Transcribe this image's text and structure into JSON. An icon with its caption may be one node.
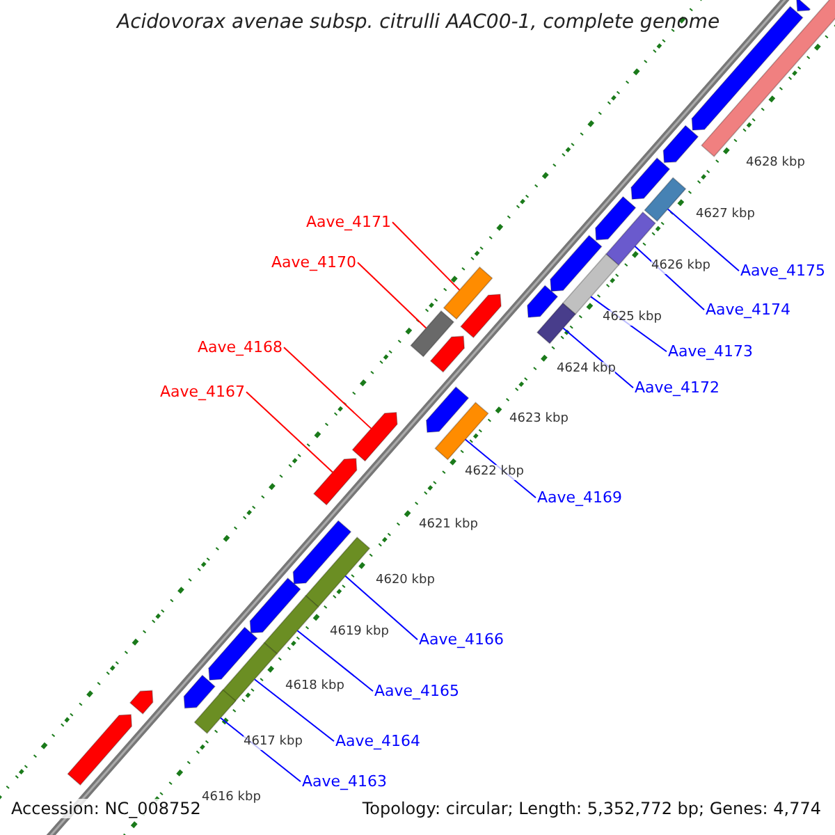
{
  "diagram": {
    "title": "Acidovorax avenae subsp. citrulli AAC00-1, complete genome",
    "nodes": [
      {
        "text": [
          "Aave_4171"
        ]
      },
      {
        "text": [
          "Aave_4170"
        ]
      },
      {
        "text": [
          "Aave_4175"
        ]
      },
      {
        "text": [
          "Aave_4174"
        ]
      },
      {
        "text": [
          "Aave_4168"
        ]
      },
      {
        "text": [
          "Aave_4173"
        ]
      },
      {
        "text": [
          "Aave_4172"
        ]
      },
      {
        "text": [
          "Aave_4167"
        ]
      },
      {
        "text": [
          "Aave_4169"
        ]
      },
      {
        "text": [
          "Aave_4166"
        ]
      },
      {
        "text": [
          "Aave_4165"
        ]
      },
      {
        "text": [
          "Aave_4164"
        ]
      },
      {
        "text": [
          "Aave_4163"
        ]
      },
      {
        "text": [],
        "shape": "bar"
      },
      {
        "text": [],
        "shape": "bar"
      },
      {
        "text": [],
        "shape": "bar"
      },
      {
        "text": [],
        "shape": "bar"
      },
      {
        "text": [],
        "shape": "bar"
      },
      {
        "text": [],
        "shape": "bar"
      },
      {
        "text": [],
        "shape": "arrow"
      },
      {
        "text": [],
        "shape": "arrow"
      },
      {
        "text": [],
        "shape": "bar"
      },
      {
        "text": [],
        "shape": "bar"
      },
      {
        "text": [],
        "shape": "bar"
      },
      {
        "text": [],
        "shape": "bar"
      },
      {
        "text": [],
        "shape": "bar"
      },
      {
        "text": [],
        "shape": "arrow"
      },
      {
        "text": [],
        "shape": "arrow"
      },
      {
        "text": [],
        "shape": "bar"
      },
      {
        "text": [],
        "shape": "arrow"
      },
      {
        "text": [],
        "shape": "arrow"
      },
      {
        "text": [],
        "shape": "arrow"
      },
      {
        "text": [],
        "shape": "arrow"
      },
      {
        "text": [],
        "shape": "arrow"
      },
      {
        "text": [],
        "shape": "arrow"
      },
      {
        "text": [],
        "shape": "arrow"
      },
      {
        "text": [],
        "shape": "arrow"
      },
      {
        "text": [],
        "shape": "arrow"
      },
      {
        "text": [],
        "shape": "arrow"
      },
      {
        "text": [],
        "shape": "arrow"
      },
      {
        "text": [],
        "shape": "arrow"
      },
      {
        "text": [],
        "shape": "arrow"
      },
      {
        "text": [],
        "shape": "arrow"
      }
    ],
    "edges": [
      {
        "from": 0,
        "to": 15,
        "arrow": "none",
        "color": "#ff0000"
      },
      {
        "from": 1,
        "to": 17,
        "arrow": "none",
        "color": "#ff0000"
      },
      {
        "from": 2,
        "to": 13,
        "arrow": "none"
      },
      {
        "from": 3,
        "to": 14,
        "arrow": "none"
      },
      {
        "from": 4,
        "to": 19,
        "arrow": "none",
        "color": "#ff0000"
      },
      {
        "from": 5,
        "to": 16,
        "arrow": "none"
      },
      {
        "from": 6,
        "to": 18,
        "arrow": "none"
      },
      {
        "from": 7,
        "to": 20,
        "arrow": "none",
        "color": "#ff0000"
      },
      {
        "from": 8,
        "to": 21,
        "arrow": "none"
      },
      {
        "from": 9,
        "to": 22,
        "arrow": "none"
      },
      {
        "from": 10,
        "to": 23,
        "arrow": "none"
      },
      {
        "from": 11,
        "to": 24,
        "arrow": "none"
      },
      {
        "from": 12,
        "to": 25,
        "arrow": "none"
      }
    ],
    "labels": [
      "4628 kbp",
      "4627 kbp",
      "4626 kbp",
      "4625 kbp",
      "4624 kbp",
      "4623 kbp",
      "4622 kbp",
      "4621 kbp",
      "4620 kbp",
      "4619 kbp",
      "4618 kbp",
      "4617 kbp",
      "4616 kbp",
      "Accession: NC_008752",
      "Topology: circular; Length: 5,352,772 bp; Genes: 4,774"
    ]
  }
}
